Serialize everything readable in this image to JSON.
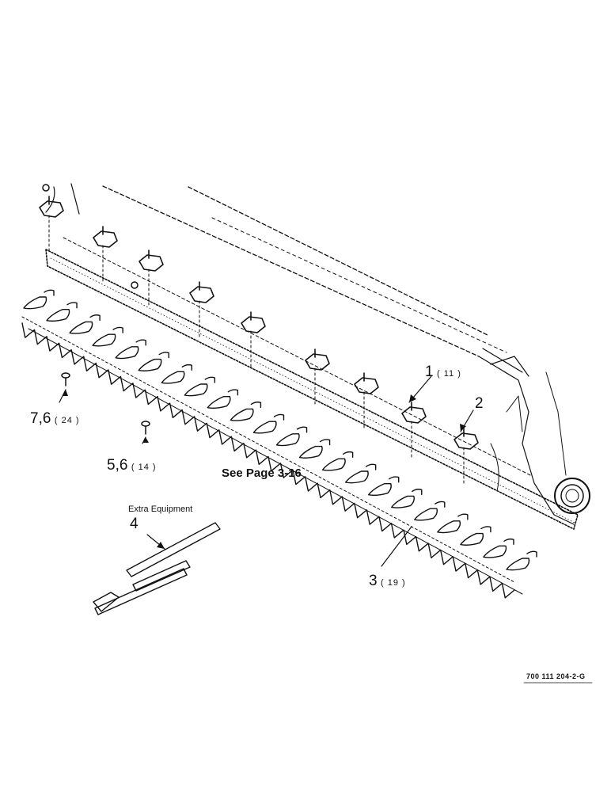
{
  "callouts": {
    "c1": {
      "num": "1",
      "qty": "( 11 )"
    },
    "c2": {
      "num": "2",
      "qty": ""
    },
    "c3": {
      "num": "3",
      "qty": "( 19 )"
    },
    "c4": {
      "num": "4",
      "qty": ""
    },
    "c5": {
      "num": "5,6",
      "qty": "( 14 )"
    },
    "c7": {
      "num": "7,6",
      "qty": "( 24 )"
    }
  },
  "reference_text": "See Page 3-16",
  "extra_equipment_caption": "Extra Equipment",
  "drawing_code": "700 111 204-2-G"
}
